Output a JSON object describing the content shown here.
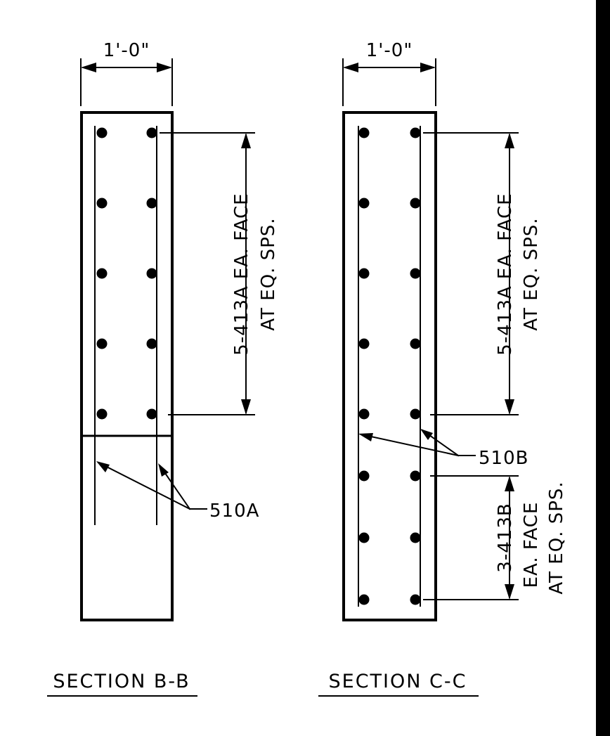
{
  "section_b": {
    "title": "SECTION B-B",
    "width_dim": "1'-0\"",
    "top_bars_line1": "5-413A EA. FACE",
    "top_bars_line2": "AT EQ. SPS.",
    "tie_label": "510A"
  },
  "section_c": {
    "title": "SECTION C-C",
    "width_dim": "1'-0\"",
    "top_bars_line1": "5-413A EA. FACE",
    "top_bars_line2": "AT EQ. SPS.",
    "tie_label": "510B",
    "bottom_bars_line1": "3-413B",
    "bottom_bars_line2": "EA. FACE",
    "bottom_bars_line3": "AT EQ. SPS."
  }
}
